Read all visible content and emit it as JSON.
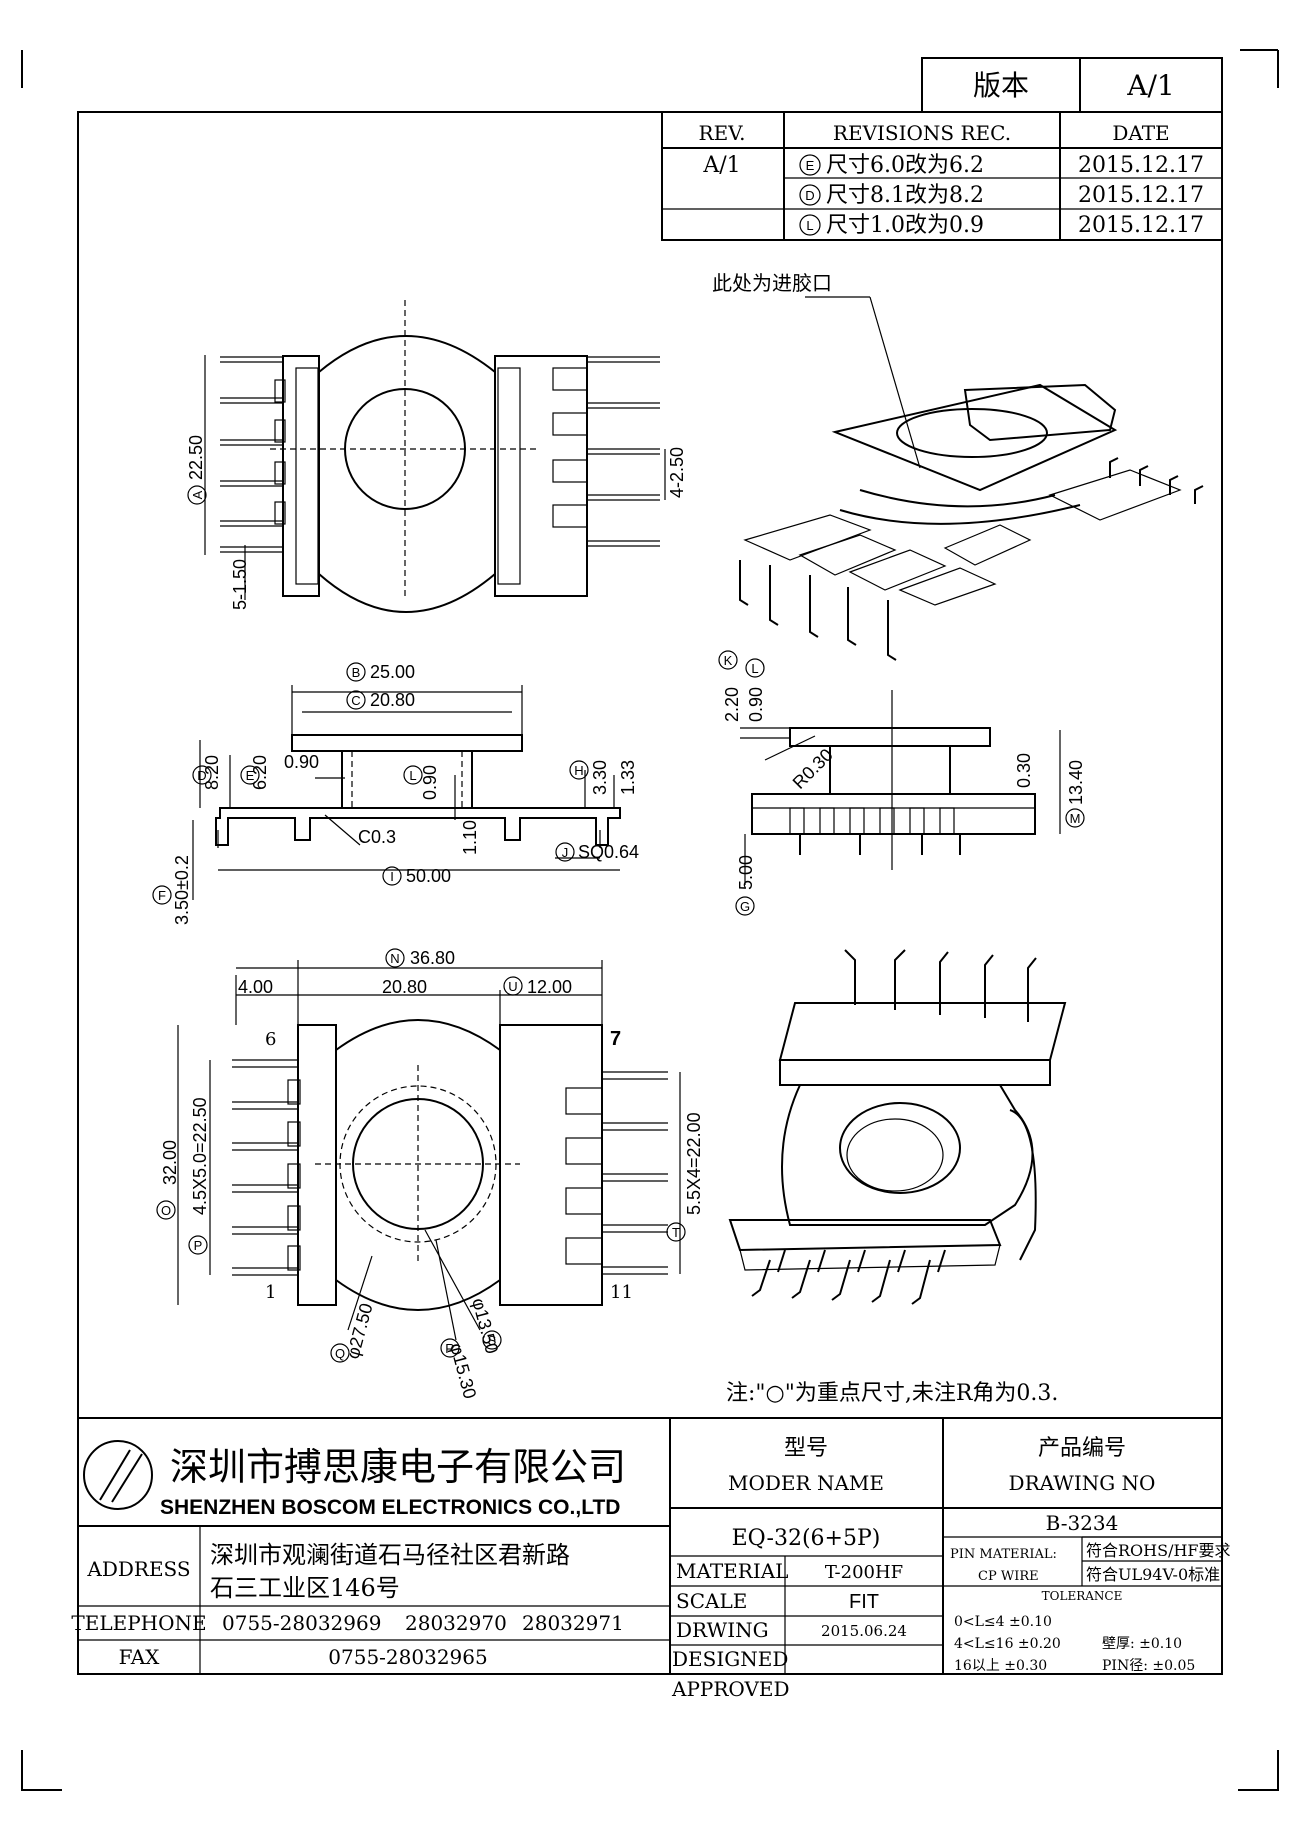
{
  "version_box": {
    "label": "版本",
    "value": "A/1"
  },
  "revisions": {
    "headers": {
      "rev": "REV.",
      "rec": "REVISIONS REC.",
      "date": "DATE"
    },
    "rev_value": "A/1",
    "rows": [
      {
        "mark": "E",
        "text": "尺寸6.0改为6.2",
        "date": "2015.12.17"
      },
      {
        "mark": "D",
        "text": "尺寸8.1改为8.2",
        "date": "2015.12.17"
      },
      {
        "mark": "L",
        "text": "尺寸1.0改为0.9",
        "date": "2015.12.17"
      }
    ]
  },
  "top_view_dims": {
    "A": "22.50",
    "pitch": "4-2.50",
    "pin": "5-1.50"
  },
  "gate_note": "此处为进胶口",
  "front_view_dims": {
    "B": "25.00",
    "C": "20.80",
    "D": "8.20",
    "E": "6.20",
    "L": "0.90",
    "a": "0.90",
    "H": "3.30",
    "h2": "1.33",
    "chamfer": "C0.3",
    "f1": "1.10",
    "J": "SQ0.64",
    "I": "50.00",
    "F": "3.50±0.2"
  },
  "side_view_dims": {
    "K": "2.20",
    "L": "0.90",
    "r": "R0.30",
    "t": "0.30",
    "M": "13.40",
    "G": "5.00"
  },
  "bottom_view_dims": {
    "N": "36.80",
    "left": "4.00",
    "mid": "20.80",
    "U": "12.00",
    "O": "32.00",
    "P": "4.5X5.0=22.50",
    "T": "5.5X4=22.00",
    "Q": "φ27.50",
    "R": "φ15.30",
    "S": "φ13.50",
    "pin6": "6",
    "pin7": "7",
    "pin1": "1",
    "pin11": "11"
  },
  "note": "注:\"○\"为重点尺寸,未注R角为0.3.",
  "company": {
    "cn": "深圳市搏思康电子有限公司",
    "en": "SHENZHEN  BOSCOM  ELECTRONICS  CO.,LTD"
  },
  "title_block": {
    "model_label_cn": "型号",
    "model_label_en": "MODER NAME",
    "drawing_label_cn": "产品编号",
    "drawing_label_en": "DRAWING NO",
    "model": "EQ-32(6+5P)",
    "drawing_no": "B-3234",
    "address_label": "ADDRESS",
    "address_1": "深圳市观澜街道石马径社区君新路",
    "address_2": "石三工业区146号",
    "telephone_label": "TELEPHONE",
    "tel_1": "0755-28032969",
    "tel_2": "28032970",
    "tel_3": "28032971",
    "fax_label": "FAX",
    "fax": "0755-28032965",
    "material_label": "MATERIAL",
    "material": "T-200HF",
    "scale_label": "SCALE",
    "scale": "FIT",
    "drwing_label": "DRWING",
    "drwing": "2015.06.24",
    "designed_label": "DESIGNED",
    "approved_label": "APPROVED",
    "pin_material_label": "PIN MATERIAL:",
    "pin_material": "CP WIRE",
    "rohs": "符合ROHS/HF要求",
    "ul": "符合UL94V-0标准",
    "tolerance_label": "TOLERANCE",
    "tol_1": "0<L≤4  ±0.10",
    "tol_2": "4<L≤16  ±0.20",
    "tol_3": "16以上    ±0.30",
    "wall": "壁厚:  ±0.10",
    "pin_dia": "PIN径:  ±0.05"
  }
}
